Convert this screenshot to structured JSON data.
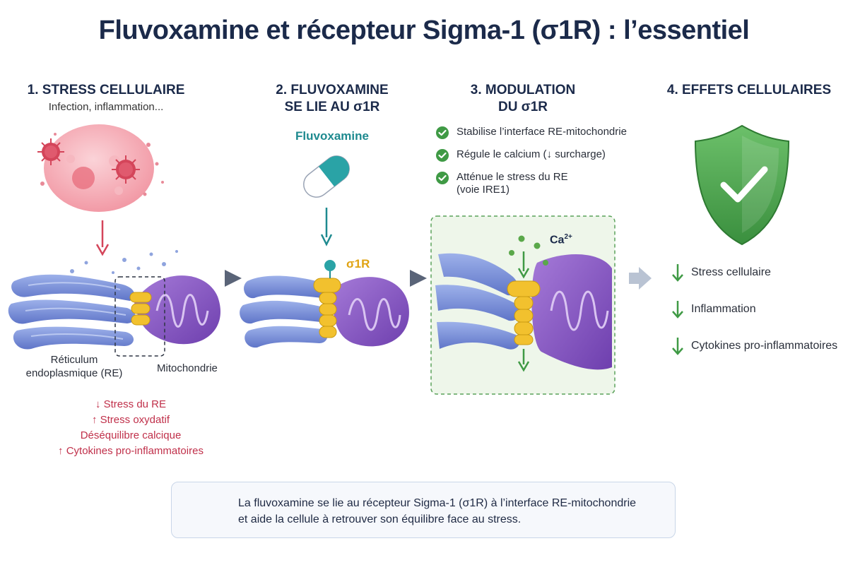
{
  "title": "Fluvoxamine et récepteur Sigma-1 (σ1R) : l’essentiel",
  "steps": [
    {
      "title_line1": "1. STRESS CELLULAIRE",
      "title_line2": "",
      "subtitle": "Infection, inflammation..."
    },
    {
      "title_line1": "2. FLUVOXAMINE",
      "title_line2": "SE LIE AU σ1R"
    },
    {
      "title_line1": "3. MODULATION",
      "title_line2": "DU σ1R"
    },
    {
      "title_line1": "4. EFFETS CELLULAIRES",
      "title_line2": ""
    }
  ],
  "step1": {
    "er_label_1": "Réticulum",
    "er_label_2": "endoplasmique (RE)",
    "mito_label": "Mitochondrie",
    "effects": [
      "↓ Stress du RE",
      "↑ Stress oxydatif",
      "Déséquilibre calcique",
      "↑ Cytokines pro-inflammatoires"
    ]
  },
  "step2": {
    "drug_label": "Fluvoxamine",
    "receptor_label": "σ1R"
  },
  "step3": {
    "checks": [
      {
        "line1": "Stabilise l’interface RE-mitochondrie",
        "line2": ""
      },
      {
        "line1": "Régule le calcium (↓ surcharge)",
        "line2": ""
      },
      {
        "line1": "Atténue le stress du RE",
        "line2": "(voie IRE1)"
      }
    ],
    "calcium_label": "Ca",
    "calcium_charge": "2+"
  },
  "step4": {
    "effects": [
      "Stress cellulaire",
      "Inflammation",
      "Cytokines pro-inflammatoires"
    ]
  },
  "summary": {
    "line1": "La fluvoxamine se lie au récepteur Sigma-1 (σ1R) à l’interface RE-mitochondrie",
    "line2": "et aide la cellule à retrouver son équilibre face au stress."
  },
  "colors": {
    "title": "#1b2a4a",
    "stress_red": "#c0304a",
    "teal": "#1e8a8f",
    "receptor_gold": "#f2c12e",
    "er_blue": "#6f86d6",
    "mito_purple": "#8a5bc4",
    "check_green": "#3f9a45",
    "shield_green": "#4da84e"
  }
}
